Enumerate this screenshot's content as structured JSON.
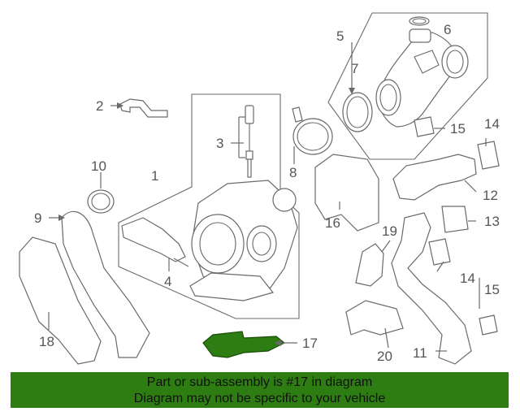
{
  "labels": {
    "p1": "1",
    "p2": "2",
    "p3": "3",
    "p4": "4",
    "p5": "5",
    "p6": "6",
    "p7": "7",
    "p8": "8",
    "p9": "9",
    "p10": "10",
    "p11": "11",
    "p12": "12",
    "p13": "13",
    "p14a": "14",
    "p14b": "14",
    "p15a": "15",
    "p15b": "15",
    "p16": "16",
    "p17": "17",
    "p18": "18",
    "p19": "19",
    "p20": "20"
  },
  "banner": {
    "line1": "Part or sub-assembly is #17 in diagram",
    "line2": "Diagram may not be specific to your vehicle",
    "color": "#2e7d12"
  },
  "highlight_color": "#2e7d12"
}
